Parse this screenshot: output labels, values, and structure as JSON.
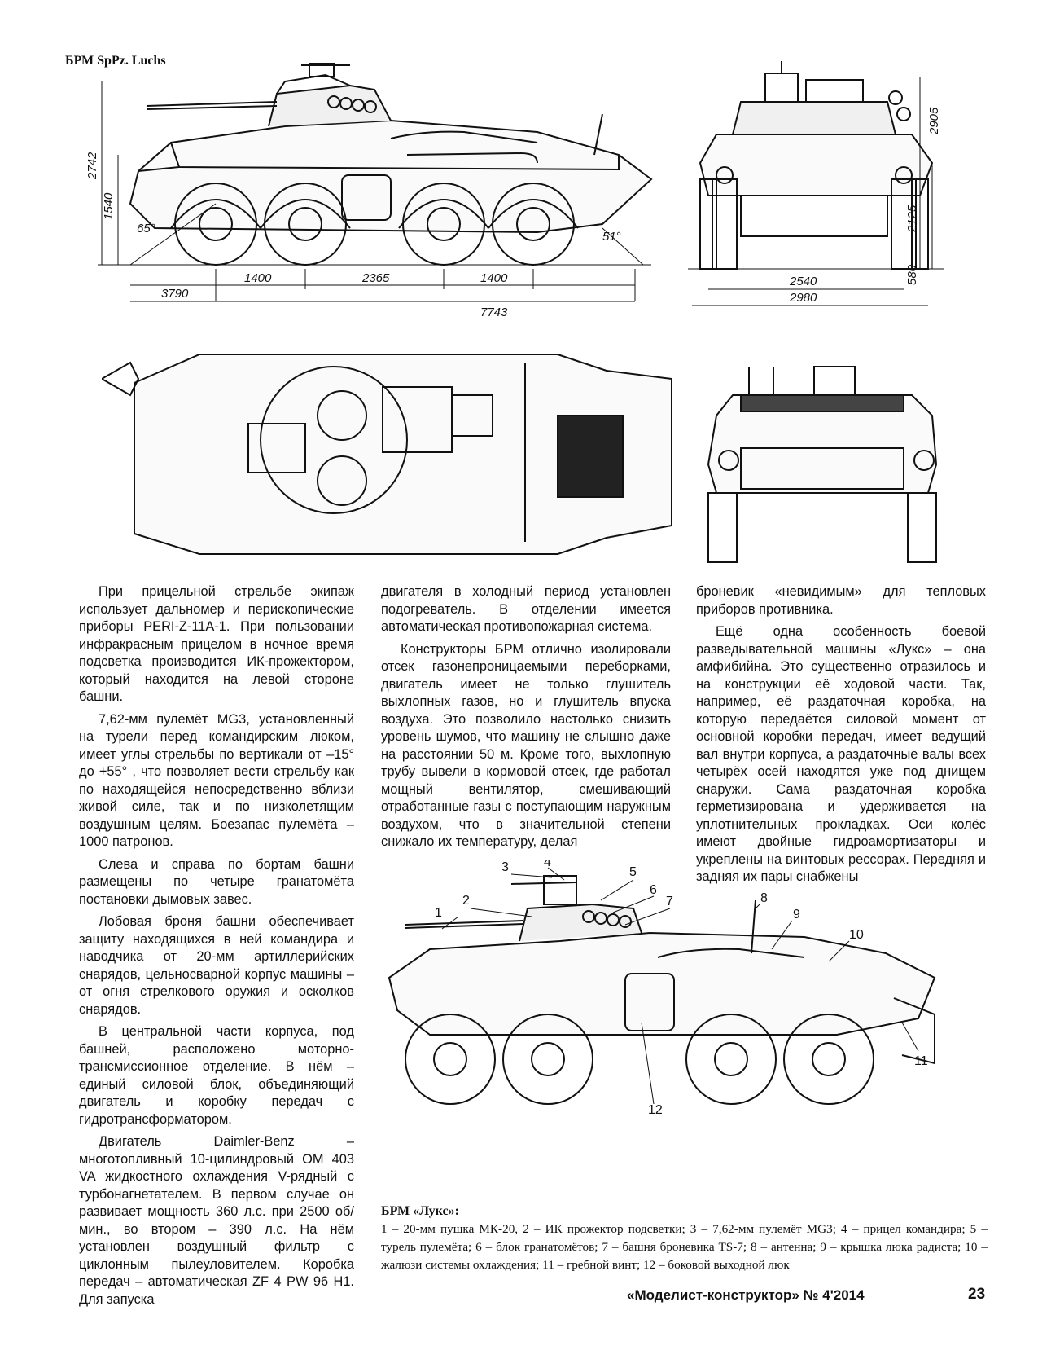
{
  "header": {
    "title": "БРМ SpPz. Luchs"
  },
  "side_view_dims": {
    "height_total": "2742",
    "height_hull": "1540",
    "angle_front": "65°",
    "angle_rear": "51°",
    "axle_front": "1400",
    "axle_mid": "2365",
    "axle_rear": "1400",
    "overhang": "3790",
    "length": "7743"
  },
  "front_view_dims": {
    "height_total": "2905",
    "height_hull": "2125",
    "clearance": "580",
    "track": "2540",
    "width": "2980"
  },
  "callouts": [
    "1",
    "2",
    "3",
    "4",
    "5",
    "6",
    "7",
    "8",
    "9",
    "10",
    "11",
    "12"
  ],
  "columns": {
    "col1": [
      "При прицельной стрельбе экипаж использует дальномер и перископические приборы PERI-Z-11A-1. При пользовании инфракрасным прицелом в ночное время подсветка производится ИК-прожектором, который находится на левой стороне башни.",
      "7,62-мм пулемёт MG3, установленный на турели перед командирским люком, имеет углы стрельбы по вертикали от –15° до +55° , что позволяет вести стрельбу как по находящейся непосредственно вблизи живой силе, так и по низколетящим воздушным целям. Боезапас пулемёта – 1000 патронов.",
      "Слева и справа по бортам башни размещены по четыре гранатомёта постановки дымовых завес.",
      "Лобовая броня башни обеспечивает защиту находящихся в ней командира и наводчика от 20-мм артиллерийских снарядов, цельносварной корпус машины – от огня стрелкового оружия и осколков снарядов.",
      "В центральной части корпуса, под башней, расположено моторно-трансмиссионное отделение. В нём – единый силовой блок, объединяющий двигатель и коробку передач с гидротрансформатором.",
      "Двигатель Daimler-Benz – многотопливный 10-цилиндровый ОМ 403 VA жидкостного охлаждения V-рядный с турбонагнетателем. В первом случае он развивает мощность 360 л.с. при 2500 об/мин., во втором – 390 л.с. На нём установлен воздушный фильтр с циклонным пылеуловителем. Коробка передач – автоматическая ZF 4 PW 96 H1. Для запуска"
    ],
    "col2": [
      "двигателя в холодный период установлен подогреватель. В отделении имеется автоматическая противопожарная система.",
      "Конструкторы БРМ отлично изолировали отсек газонепроницаемыми переборками, двигатель имеет не только глушитель выхлопных газов, но и глушитель впуска воздуха. Это позволило настолько снизить уровень шумов, что машину не слышно даже на расстоянии 50 м. Кроме того, выхлопную трубу вывели в кормовой отсек, где работал мощный вентилятор, смешивающий отработанные газы с поступающим наружным воздухом, что в значительной степени снижало их температуру, делая"
    ],
    "col3": [
      "броневик «невидимым» для тепловых приборов противника.",
      "Ещё одна особенность боевой разведывательной машины «Лукс» – она амфибийна. Это существенно отразилось и на конструкции её ходовой части. Так, например, её раздаточная коробка, на которую передаётся силовой момент от основной коробки передач, имеет ведущий вал внутри корпуса, а раздаточные валы всех четырёх осей находятся уже под днищем снаружи. Сама раздаточная коробка герметизирована и удерживается на уплотнительных прокладках. Оси колёс имеют двойные гидроамортизаторы и укреплены на винтовых рессорах. Передняя и задняя их пары снабжены"
    ]
  },
  "legend": {
    "title": "БРМ «Лукс»:",
    "text": "1 – 20-мм пушка МК-20, 2 – ИК прожектор подсветки; 3 – 7,62-мм пулемёт MG3; 4 – прицел командира; 5 – турель пулемёта; 6 – блок гранатомётов; 7 – башня броневика TS-7; 8 – антенна; 9 – крышка люка радиста; 10 –жалюзи системы охлаждения; 11 – гребной винт; 12 – боковой выходной люк"
  },
  "footer": {
    "magazine": "«Моделист-конструктор» № 4'2014",
    "page": "23"
  }
}
